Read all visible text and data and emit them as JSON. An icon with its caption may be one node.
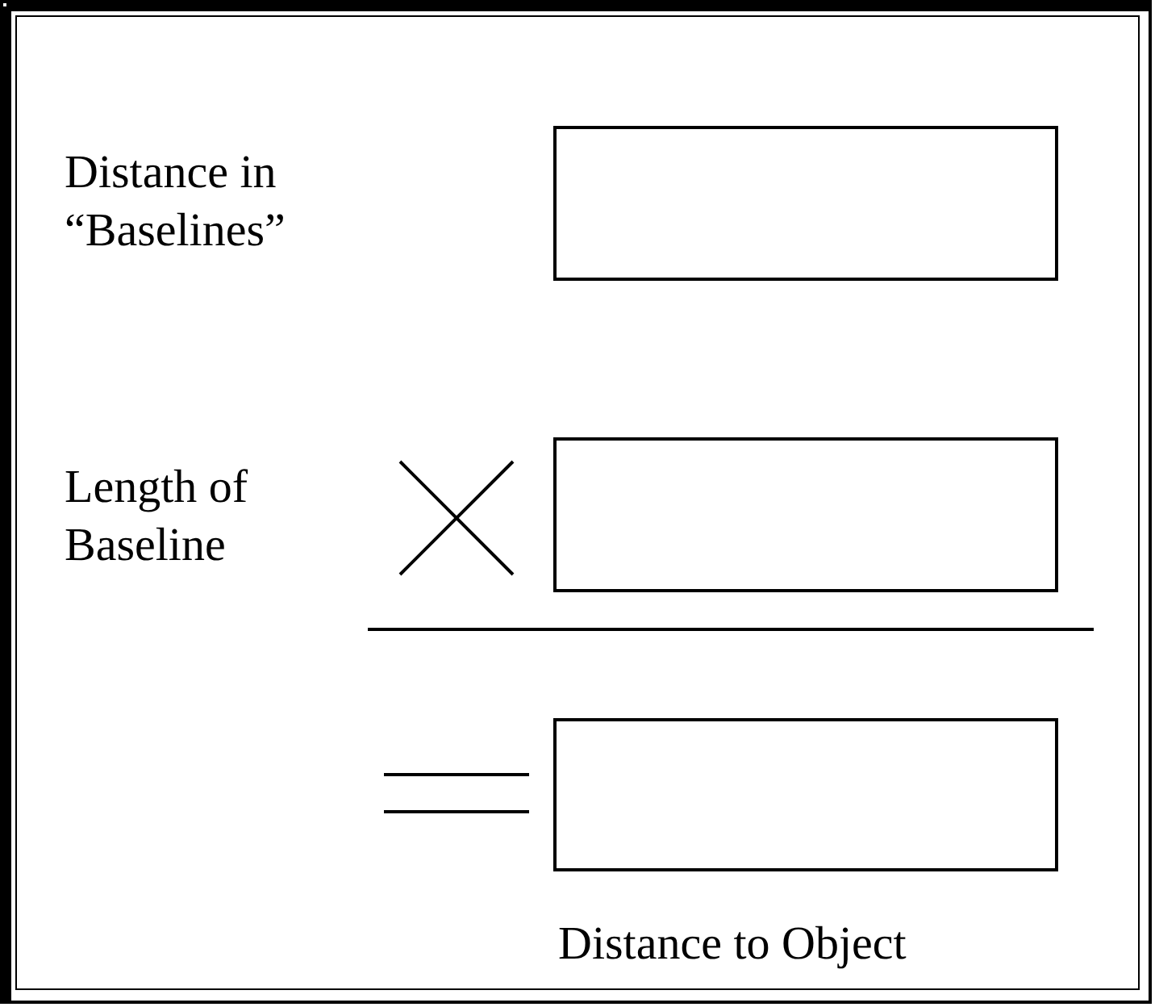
{
  "diagram": {
    "nodes": [
      {
        "text": [],
        "shape": "box"
      },
      {
        "text": [],
        "shape": "box"
      },
      {
        "text": [],
        "shape": "box",
        "beside": [
          "Distance to Object"
        ]
      }
    ],
    "labels": [
      "Distance in “Baselines”",
      "Length of Baseline"
    ]
  }
}
